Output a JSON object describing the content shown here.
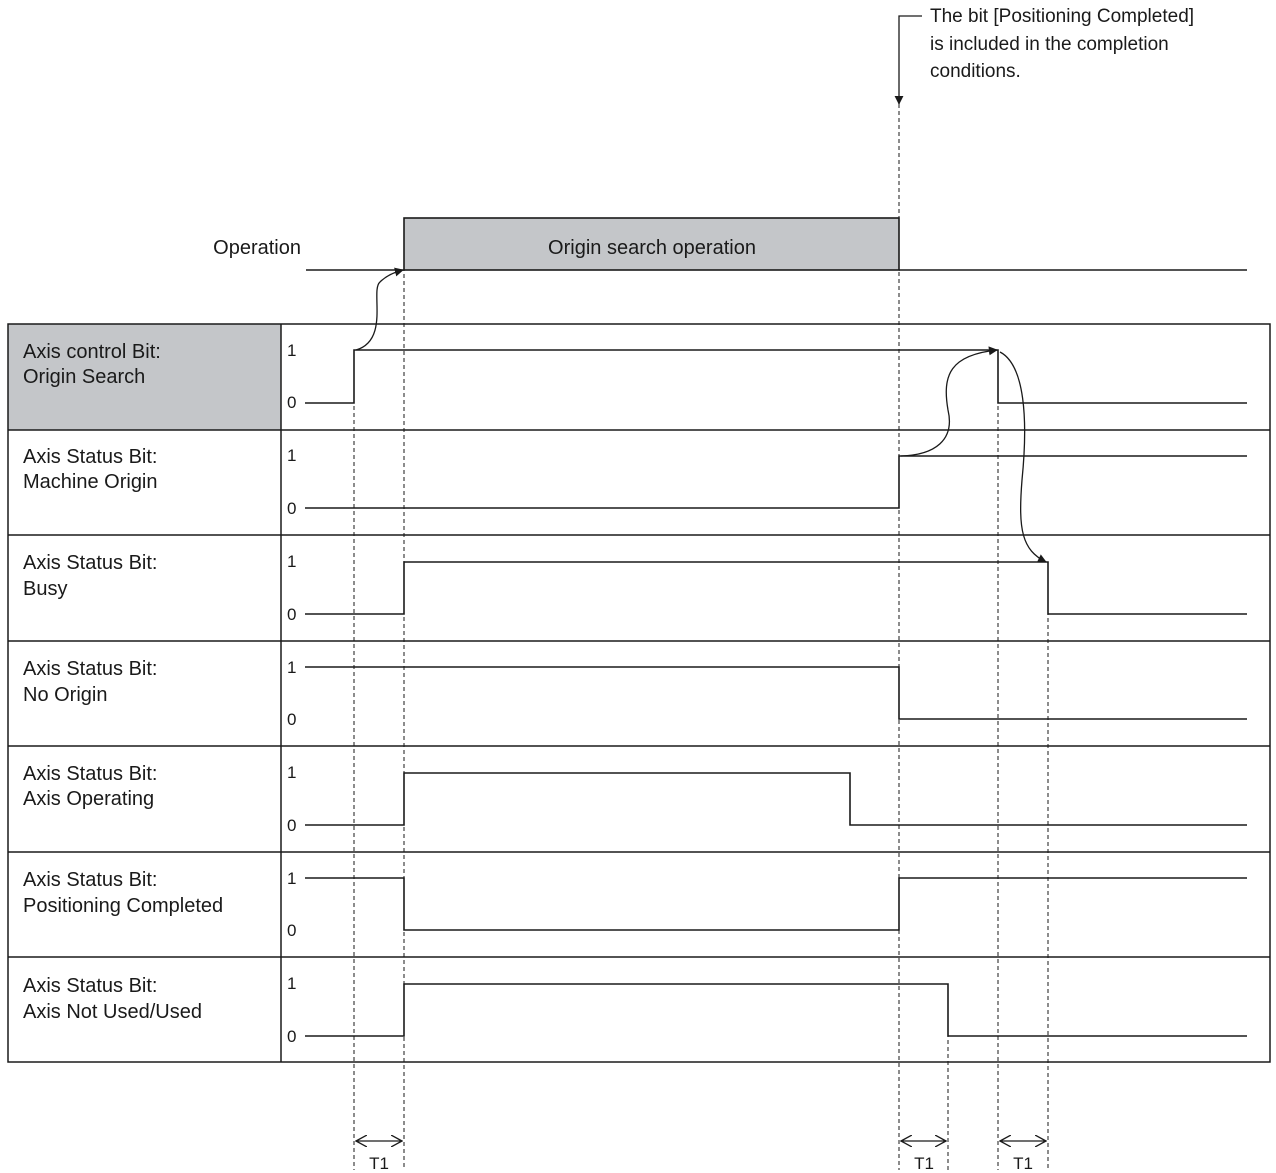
{
  "note": {
    "lines": [
      "The bit [Positioning Completed]",
      "is included in the completion",
      "conditions."
    ]
  },
  "operation": {
    "label": "Operation",
    "bar_label": "Origin search operation"
  },
  "level_labels": {
    "high": "1",
    "low": "0"
  },
  "interval_label": "T1",
  "signals": [
    {
      "line1": "Axis control Bit:",
      "line2": "Origin Search",
      "highlighted": true
    },
    {
      "line1": "Axis Status Bit:",
      "line2": "Machine Origin",
      "highlighted": false
    },
    {
      "line1": "Axis Status Bit:",
      "line2": "Busy",
      "highlighted": false
    },
    {
      "line1": "Axis Status Bit:",
      "line2": "No Origin",
      "highlighted": false
    },
    {
      "line1": "Axis Status Bit:",
      "line2": "Axis Operating",
      "highlighted": false
    },
    {
      "line1": "Axis Status Bit:",
      "line2": "Positioning Completed",
      "highlighted": false
    },
    {
      "line1": "Axis Status Bit:",
      "line2": "Axis Not Used/Used",
      "highlighted": false
    }
  ],
  "colors": {
    "shade": "#c4c6c9",
    "ink": "#1a1a1a"
  }
}
